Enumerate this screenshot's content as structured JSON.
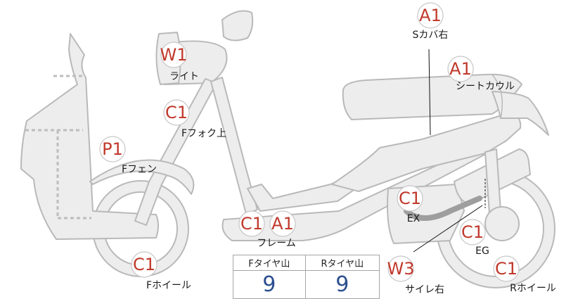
{
  "markers": [
    {
      "id": "s-cover-right",
      "code": "A1",
      "label": "Sカバ右"
    },
    {
      "id": "seat-cowl",
      "code": "A1",
      "label": "シートカウル"
    },
    {
      "id": "light",
      "code": "W1",
      "label": "ライト"
    },
    {
      "id": "f-fork-upper",
      "code": "C1",
      "label": "Fフォク上"
    },
    {
      "id": "f-fender",
      "code": "P1",
      "label": "Fフェン"
    },
    {
      "id": "frame-c",
      "code": "C1",
      "label": ""
    },
    {
      "id": "frame-a",
      "code": "A1",
      "label": "フレーム"
    },
    {
      "id": "ex",
      "code": "C1",
      "label": "EX"
    },
    {
      "id": "eg",
      "code": "C1",
      "label": "EG"
    },
    {
      "id": "silencer-right",
      "code": "W3",
      "label": "サイレ右"
    },
    {
      "id": "f-wheel",
      "code": "C1",
      "label": "Fホイール"
    },
    {
      "id": "r-wheel",
      "code": "C1",
      "label": "Rホイール"
    }
  ],
  "tire_table": {
    "headers": [
      "Fタイヤ山",
      "Rタイヤ山"
    ],
    "values": [
      "9",
      "9"
    ]
  },
  "colors": {
    "marker_code": "#c0392b",
    "tire_value": "#2c4f8f",
    "part_fill": "#ededed",
    "part_stroke": "#b9b9b9"
  }
}
